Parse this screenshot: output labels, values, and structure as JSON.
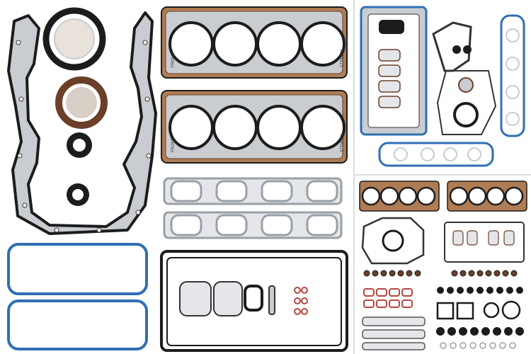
{
  "image": {
    "description_icon": "engine-gasket-set-photo-icon",
    "colors": {
      "background": "#ffffff",
      "gasket_black": "#1c1c1c",
      "gasket_silver": "#c9ccd0",
      "gasket_copper": "#b07c54",
      "gasket_blue": "#2f6fb3",
      "seal_brown": "#6b3f2a",
      "seal_red": "#b5473d",
      "divider": "#dcdcdc"
    }
  },
  "head_gasket_stamps": {
    "top": "FRONT",
    "top_code": "07TM0C1",
    "bottom": "FRONT",
    "bottom_code": "07TM0C1"
  }
}
